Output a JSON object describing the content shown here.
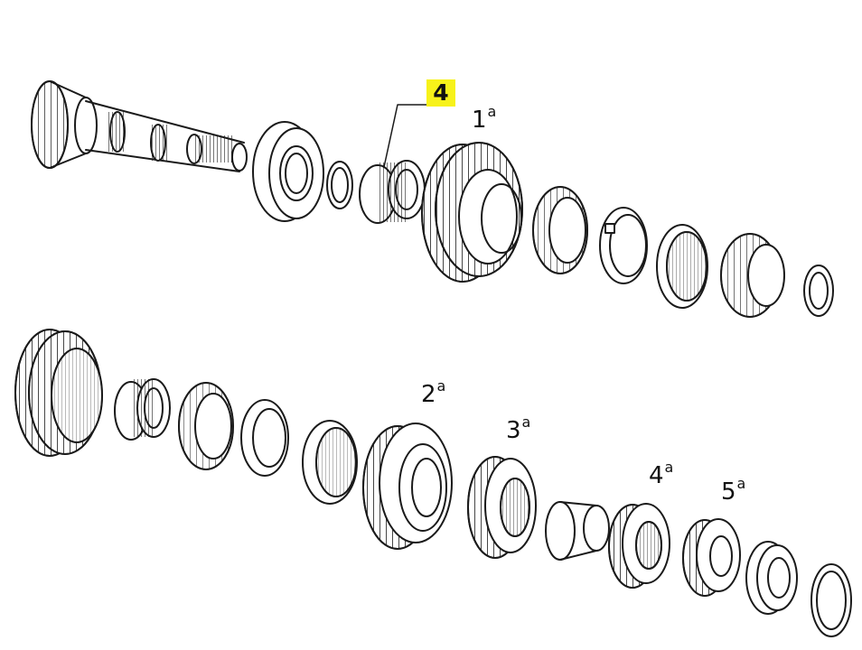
{
  "callout": {
    "label": "4",
    "highlight_color": "#f7f21a"
  },
  "gear_labels": [
    {
      "number": "1",
      "suffix": "a"
    },
    {
      "number": "2",
      "suffix": "a"
    },
    {
      "number": "3",
      "suffix": "a"
    },
    {
      "number": "4",
      "suffix": "a"
    },
    {
      "number": "5",
      "suffix": "a"
    }
  ],
  "colors": {
    "line": "#1a1a1a",
    "background": "#ffffff"
  }
}
